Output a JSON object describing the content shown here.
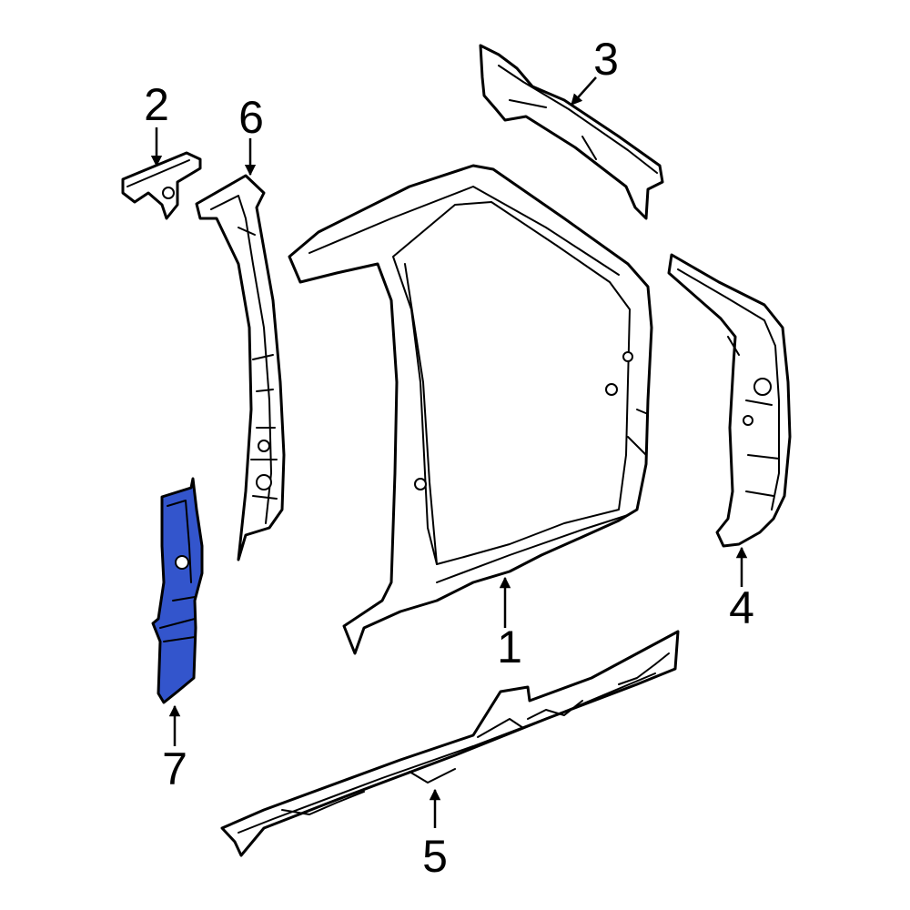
{
  "highlight_color": "#3355cc",
  "outline_color": "#000000",
  "callouts": [
    {
      "id": "1",
      "label": "1"
    },
    {
      "id": "2",
      "label": "2"
    },
    {
      "id": "3",
      "label": "3"
    },
    {
      "id": "4",
      "label": "4"
    },
    {
      "id": "5",
      "label": "5"
    },
    {
      "id": "6",
      "label": "6"
    },
    {
      "id": "7",
      "label": "7"
    }
  ],
  "highlighted_part": "7"
}
